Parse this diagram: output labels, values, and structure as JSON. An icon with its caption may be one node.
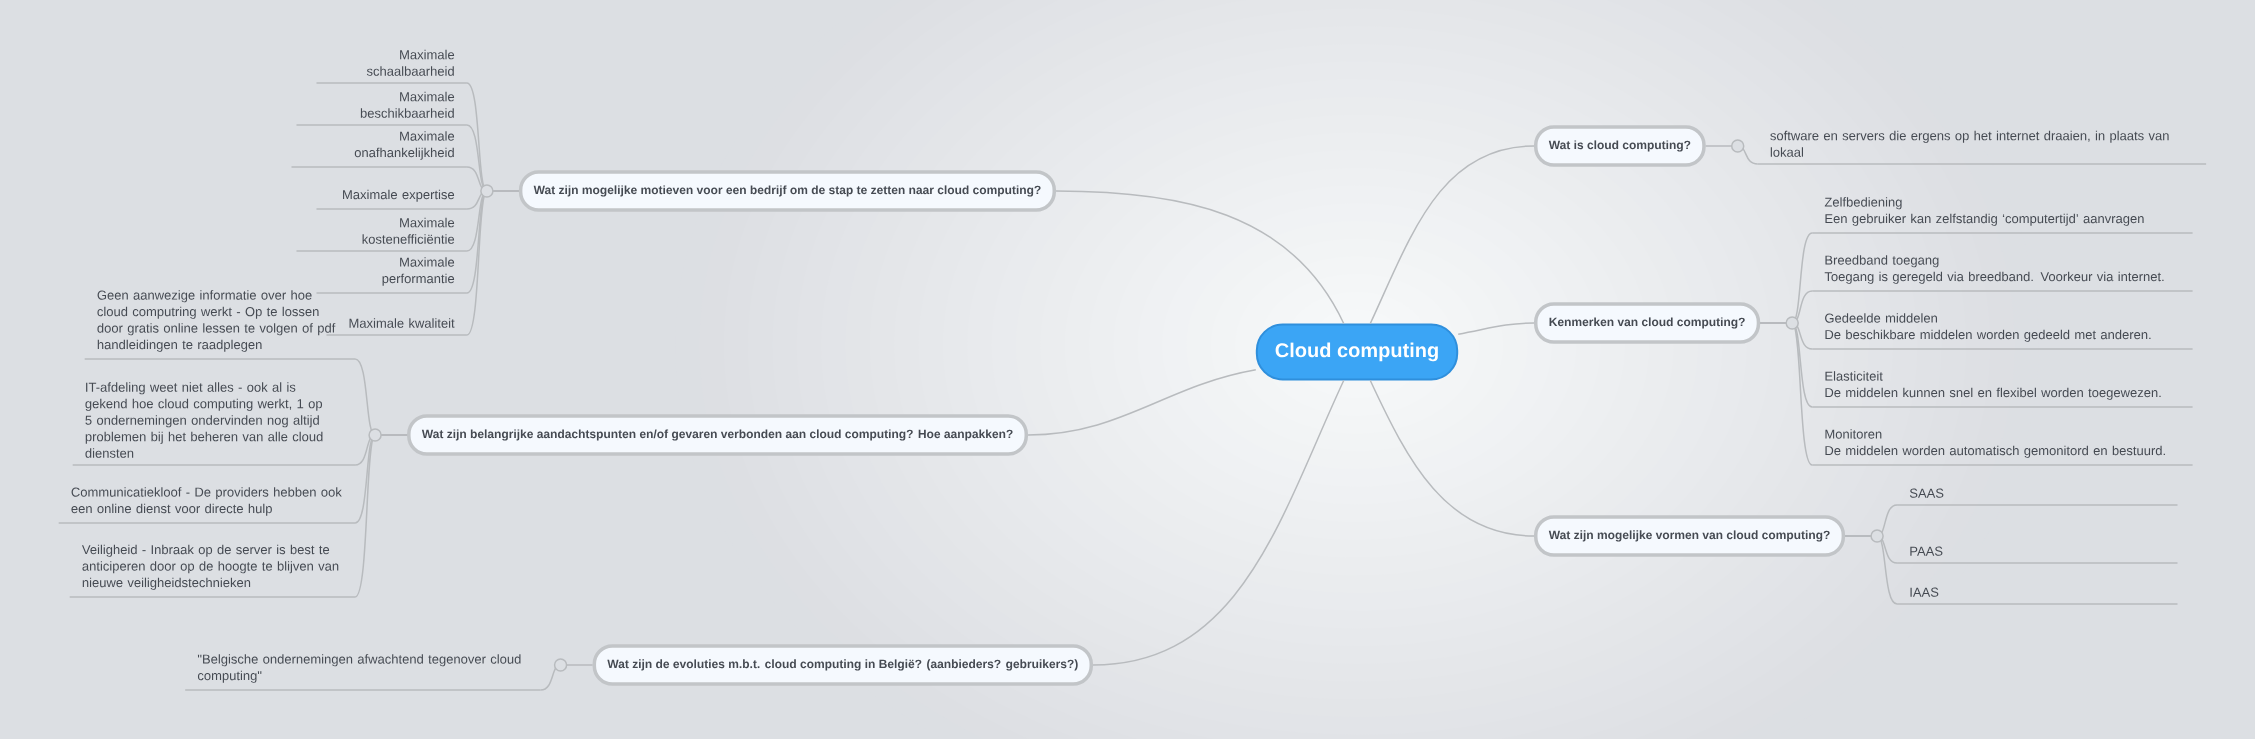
{
  "diagram": {
    "nodes": [
      {
        "text": [
          "Cloud computing"
        ]
      },
      {
        "text": [
          "Wat is cloud computing?"
        ]
      },
      {
        "text": [
          "software en servers die ergens op het internet draaien, in plaats van lokaal"
        ]
      },
      {
        "text": [
          "Kenmerken van cloud computing?"
        ]
      },
      {
        "text": [
          "Zelfbediening",
          "Een gebruiker kan zelfstandig ‘computertijd’ aanvragen"
        ]
      },
      {
        "text": [
          "Breedband toegang",
          "Toegang is geregeld via breedband. Voorkeur via internet."
        ]
      },
      {
        "text": [
          "Gedeelde middelen",
          "De beschikbare middelen worden gedeeld met anderen."
        ]
      },
      {
        "text": [
          "Elasticiteit",
          "De middelen kunnen snel en flexibel worden toegewezen."
        ]
      },
      {
        "text": [
          "Monitoren",
          "De middelen worden automatisch gemonitord en bestuurd."
        ]
      },
      {
        "text": [
          "Wat zijn mogelijke vormen van cloud computing?"
        ]
      },
      {
        "text": [
          "SAAS"
        ]
      },
      {
        "text": [
          "PAAS"
        ]
      },
      {
        "text": [
          "IAAS"
        ]
      },
      {
        "text": [
          "Wat zijn mogelijke motieven voor een bedrijf om de stap te zetten naar cloud computing?"
        ]
      },
      {
        "text": [
          "Maximale schaalbaarheid"
        ]
      },
      {
        "text": [
          "Maximale beschikbaarheid"
        ]
      },
      {
        "text": [
          "Maximale onafhankelijkheid"
        ]
      },
      {
        "text": [
          "Maximale expertise"
        ]
      },
      {
        "text": [
          "Maximale kostenefficiëntie"
        ]
      },
      {
        "text": [
          "Maximale performantie"
        ]
      },
      {
        "text": [
          "Maximale kwaliteit"
        ]
      },
      {
        "text": [
          "Wat zijn belangrijke aandachtspunten en/of gevaren verbonden aan cloud computing? Hoe aanpakken?"
        ]
      },
      {
        "text": [
          "Geen aanwezige informatie over hoe cloud computring werkt - Op te lossen door gratis online lessen te volgen of pdf handleidingen te raadplegen"
        ]
      },
      {
        "text": [
          "IT-afdeling weet niet alles - ook al is gekend hoe cloud computing werkt, 1 op 5 ondernemingen ondervinden nog altijd problemen bij het beheren van alle cloud diensten"
        ]
      },
      {
        "text": [
          "Communicatiekloof - De providers hebben ook een online dienst voor directe hulp"
        ]
      },
      {
        "text": [
          "Veiligheid - Inbraak op de server is best te anticiperen door op de hoogte te blijven van nieuwe veiligheidstechnieken"
        ]
      },
      {
        "text": [
          "Wat zijn de evoluties m.b.t. cloud computing in België? (aanbieders? gebruikers?)"
        ]
      },
      {
        "text": [
          "\"Belgische ondernemingen afwachtend tegenover cloud computing\""
        ]
      }
    ],
    "edges": [
      {
        "from": 0,
        "to": 1,
        "arrow": "none"
      },
      {
        "from": 1,
        "to": 2,
        "arrow": "none"
      },
      {
        "from": 0,
        "to": 3,
        "arrow": "none"
      },
      {
        "from": 3,
        "to": 4,
        "arrow": "none"
      },
      {
        "from": 3,
        "to": 5,
        "arrow": "none"
      },
      {
        "from": 3,
        "to": 6,
        "arrow": "none"
      },
      {
        "from": 3,
        "to": 7,
        "arrow": "none"
      },
      {
        "from": 3,
        "to": 8,
        "arrow": "none"
      },
      {
        "from": 0,
        "to": 9,
        "arrow": "none"
      },
      {
        "from": 9,
        "to": 10,
        "arrow": "none"
      },
      {
        "from": 9,
        "to": 11,
        "arrow": "none"
      },
      {
        "from": 9,
        "to": 12,
        "arrow": "none"
      },
      {
        "from": 0,
        "to": 13,
        "arrow": "none"
      },
      {
        "from": 13,
        "to": 14,
        "arrow": "none"
      },
      {
        "from": 13,
        "to": 15,
        "arrow": "none"
      },
      {
        "from": 13,
        "to": 16,
        "arrow": "none"
      },
      {
        "from": 13,
        "to": 17,
        "arrow": "none"
      },
      {
        "from": 13,
        "to": 18,
        "arrow": "none"
      },
      {
        "from": 13,
        "to": 19,
        "arrow": "none"
      },
      {
        "from": 13,
        "to": 20,
        "arrow": "none"
      },
      {
        "from": 0,
        "to": 21,
        "arrow": "none"
      },
      {
        "from": 21,
        "to": 22,
        "arrow": "none"
      },
      {
        "from": 21,
        "to": 23,
        "arrow": "none"
      },
      {
        "from": 21,
        "to": 24,
        "arrow": "none"
      },
      {
        "from": 21,
        "to": 25,
        "arrow": "none"
      },
      {
        "from": 0,
        "to": 26,
        "arrow": "none"
      },
      {
        "from": 26,
        "to": 27,
        "arrow": "none"
      }
    ]
  }
}
